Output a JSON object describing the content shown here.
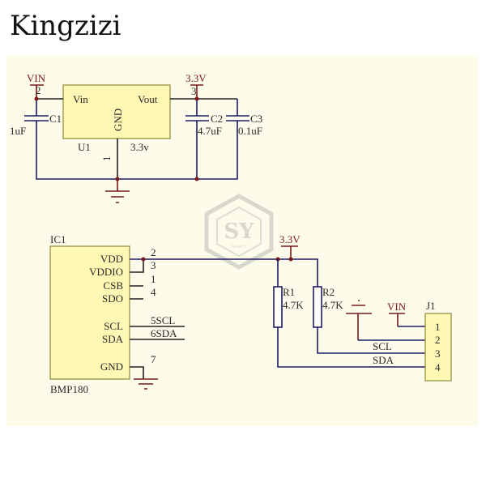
{
  "title": "Kingzizi",
  "watermark": {
    "monogram": "SY",
    "tagline": "Great it"
  },
  "regulator": {
    "vin_net": "VIN",
    "vin_pin": "2",
    "vout_net": "3.3V",
    "vout_pin": "3",
    "pin_vin": "Vin",
    "pin_vout": "Vout",
    "pin_gnd": "GND",
    "gnd_pin": "1",
    "ref": "U1",
    "value": "3.3v",
    "c1": {
      "ref": "C1",
      "value": "1uF"
    },
    "c2": {
      "ref": "C2",
      "value": "4.7uF"
    },
    "c3": {
      "ref": "C3",
      "value": "0.1uF"
    }
  },
  "sensor": {
    "ref": "IC1",
    "part": "BMP180",
    "pins": [
      {
        "name": "VDD",
        "num": "2"
      },
      {
        "name": "VDDIO",
        "num": "3"
      },
      {
        "name": "CSB",
        "num": "1"
      },
      {
        "name": "SDO",
        "num": "4"
      },
      {
        "name": "SCL",
        "num": "5SCL"
      },
      {
        "name": "SDA",
        "num": "6SDA"
      },
      {
        "name": "GND",
        "num": "7"
      }
    ],
    "supply_net": "3.3V"
  },
  "pullups": {
    "r1": {
      "ref": "R1",
      "value": "4.7K"
    },
    "r2": {
      "ref": "R2",
      "value": "4.7K"
    }
  },
  "connector": {
    "ref": "J1",
    "vin_net": "VIN",
    "pins": [
      "1",
      "2",
      "3",
      "4"
    ],
    "scl_label": "SCL",
    "sda_label": "SDA"
  }
}
